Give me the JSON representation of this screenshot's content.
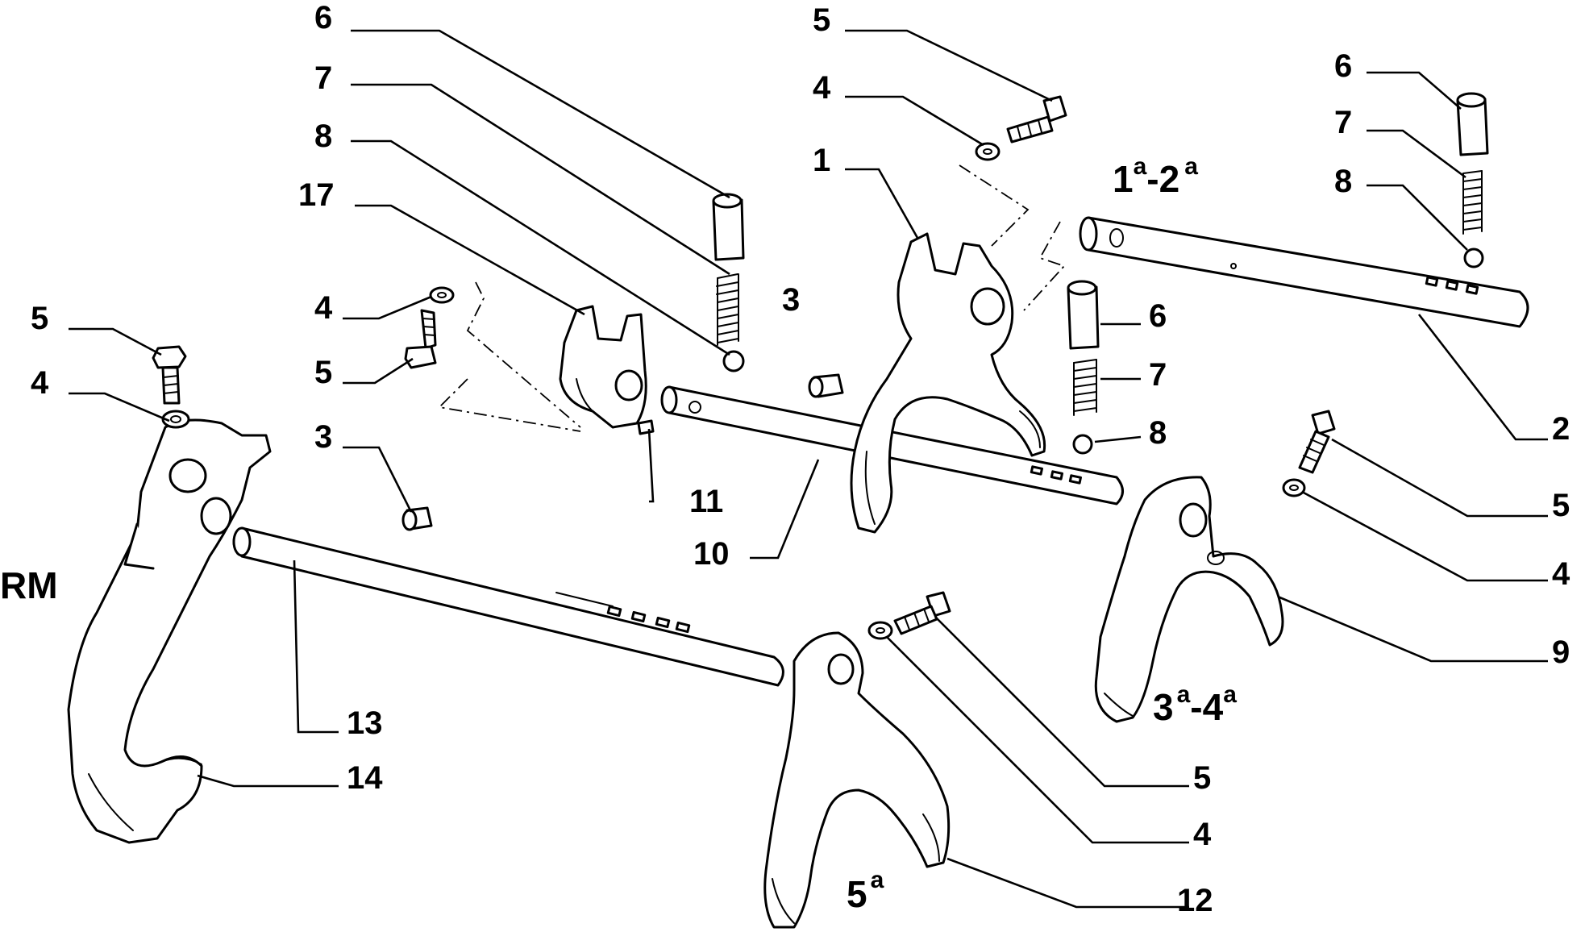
{
  "diagram": {
    "callouts": [
      "6",
      "7",
      "8",
      "17",
      "4",
      "5",
      "3",
      "11",
      "10",
      "13",
      "14",
      "1",
      "2",
      "9",
      "12"
    ],
    "labels": {
      "p6_a": "6",
      "p7_a": "7",
      "p8_a": "8",
      "p17": "17",
      "p4_a": "4",
      "p5_a": "5",
      "p3_a": "3",
      "p3_b": "3",
      "p5_left": "5",
      "p4_left": "4",
      "p11": "11",
      "p10": "10",
      "p13": "13",
      "p14": "14",
      "p5_top": "5",
      "p4_top": "4",
      "p1": "1",
      "p6_b": "6",
      "p7_b": "7",
      "p8_b": "8",
      "p6_c": "6",
      "p7_c": "7",
      "p8_c": "8",
      "p2": "2",
      "p5_right": "5",
      "p4_right": "4",
      "p9": "9",
      "p5_bottom": "5",
      "p4_bottom": "4",
      "p12": "12"
    },
    "gear_labels": {
      "rm": "RM",
      "first_second_a": "1",
      "first_second_sup_a": "a",
      "first_second_dash": "-2",
      "first_second_sup_b": "a",
      "third_fourth_a": "3",
      "third_fourth_sup_a": "a",
      "third_fourth_dash": "-4",
      "third_fourth_sup_b": "a",
      "fifth": "5",
      "fifth_sup": "a"
    }
  }
}
